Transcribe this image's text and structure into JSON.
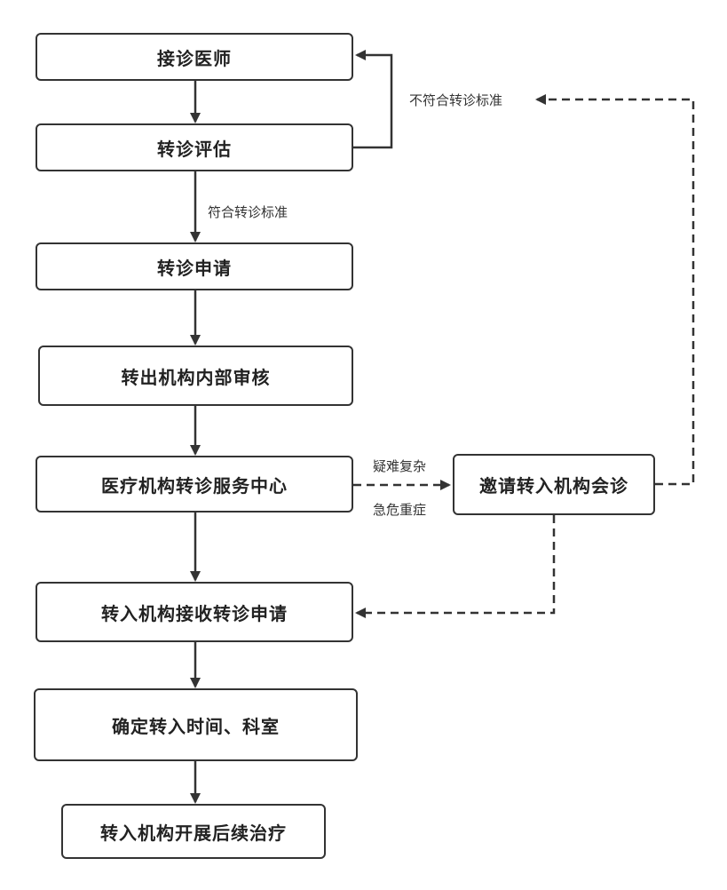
{
  "nodes": {
    "receiving_doctor": "接诊医师",
    "referral_assessment": "转诊评估",
    "referral_application": "转诊申请",
    "internal_review": "转出机构内部审核",
    "service_center": "医疗机构转诊服务中心",
    "consultation": "邀请转入机构会诊",
    "receive_application": "转入机构接收转诊申请",
    "confirm_time": "确定转入时间、科室",
    "follow_up": "转入机构开展后续治疗"
  },
  "edge_labels": {
    "meets_criteria": "符合转诊标准",
    "not_meets_criteria": "不符合转诊标准",
    "difficult_complex": "疑难复杂",
    "critical_severe": "急危重症"
  },
  "colors": {
    "stroke": "#333333",
    "text": "#222222",
    "background": "#ffffff"
  }
}
